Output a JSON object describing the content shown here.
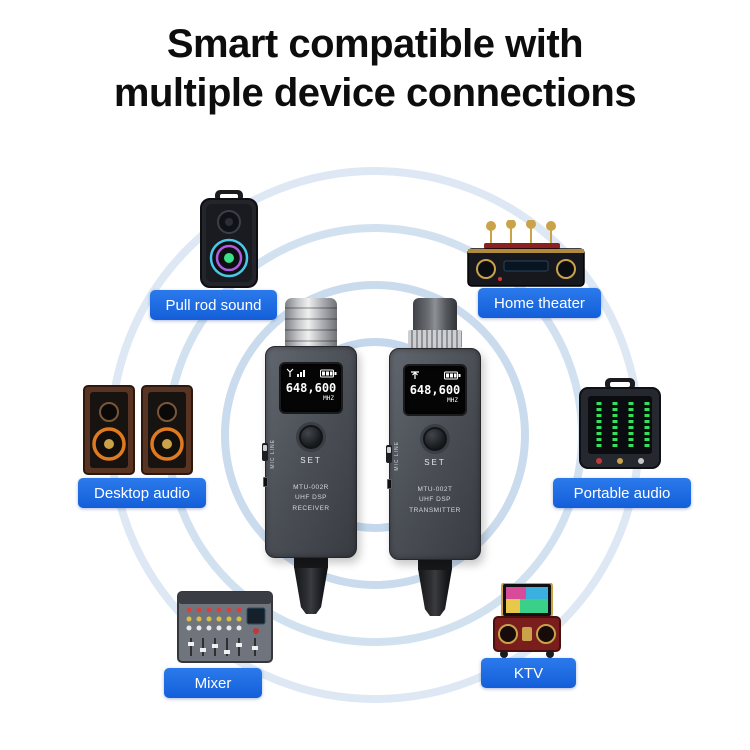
{
  "title": {
    "line1": "Smart compatible with",
    "line2": "multiple device connections"
  },
  "labels": {
    "pull_rod": "Pull rod sound",
    "home_theater": "Home theater",
    "desktop_audio": "Desktop audio",
    "portable_audio": "Portable audio",
    "mixer": "Mixer",
    "ktv": "KTV"
  },
  "receiver": {
    "frequency": "648,600",
    "frequency_unit": "MHZ",
    "set_button": "SET",
    "model": "MTU-002R",
    "type_line1": "UHF DSP",
    "type_line2": "RECEIVER",
    "side_switch_label": "MIC LINE",
    "screen_icons": [
      "antenna-y-icon",
      "signal-bars-icon",
      "battery-full-icon"
    ]
  },
  "transmitter": {
    "frequency": "648,600",
    "frequency_unit": "MHZ",
    "set_button": "SET",
    "model": "MTU-002T",
    "type_line1": "UHF DSP",
    "type_line2": "TRANSMITTER",
    "side_switch_label": "MIC LINE",
    "screen_icons": [
      "antenna-icon",
      "battery-full-icon"
    ]
  },
  "images": {
    "pull_rod": "trolley-speaker-image",
    "home_theater": "av-receiver-with-microphones-image",
    "desktop_audio": "bookshelf-speakers-image",
    "portable_audio": "portable-pa-system-image",
    "mixer": "audio-mixer-image",
    "ktv": "karaoke-machine-image"
  },
  "colors": {
    "title_text": "#0d0d0d",
    "label_bg": "#1b6ae4",
    "label_text": "#ffffff",
    "circle_stroke": "#94b7dc",
    "device_body": "#4a4e56",
    "screen_bg": "#050505",
    "screen_text": "#ffffff"
  }
}
